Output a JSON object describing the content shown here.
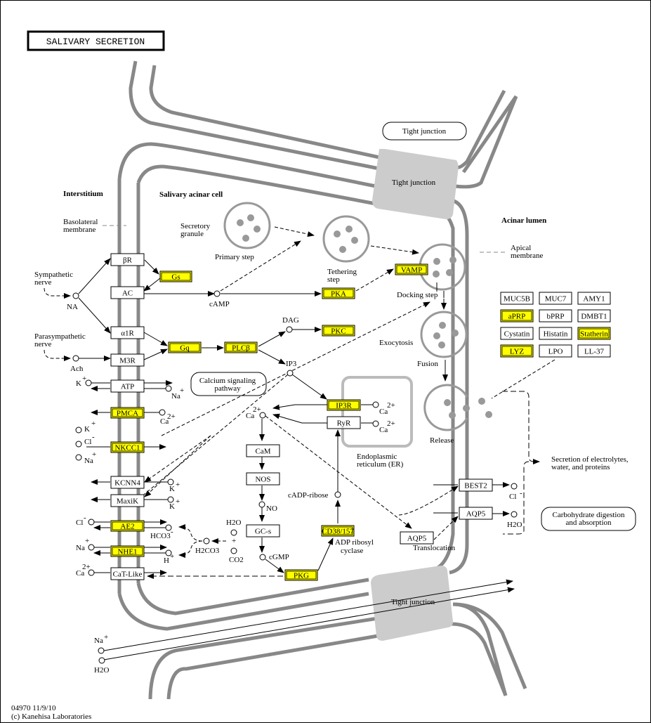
{
  "title": "SALIVARY SECRETION",
  "regions": {
    "interstitium": "Interstitium",
    "acinar_cell": "Salivary acinar cell",
    "acinar_lumen": "Acinar lumen",
    "basolateral_1": "Basolateral",
    "basolateral_2": "membrane",
    "apical_1": "Apical",
    "apical_2": "membrane",
    "er_1": "Endoplasmic",
    "er_2": "reticulum (ER)",
    "tight_junction": "Tight junction"
  },
  "nerves": {
    "sympathetic_1": "Sympathetic",
    "sympathetic_2": "nerve",
    "parasympathetic_1": "Parasympathetic",
    "parasympathetic_2": "nerve"
  },
  "genes": {
    "betaR": {
      "label": "βR",
      "highlighted": false
    },
    "Gs": {
      "label": "Gs",
      "highlighted": true
    },
    "AC": {
      "label": "AC",
      "highlighted": false
    },
    "alpha1R": {
      "label": "α1R",
      "highlighted": false
    },
    "Gq": {
      "label": "Gq",
      "highlighted": true
    },
    "M3R": {
      "label": "M3R",
      "highlighted": false
    },
    "PLCb": {
      "label": "PLCβ",
      "highlighted": true
    },
    "PKA": {
      "label": "PKA",
      "highlighted": true
    },
    "PKC": {
      "label": "PKC",
      "highlighted": true
    },
    "VAMP": {
      "label": "VAMP",
      "highlighted": true
    },
    "ATP": {
      "label": "ATP",
      "highlighted": false
    },
    "PMCA": {
      "label": "PMCA",
      "highlighted": true
    },
    "NKCC1": {
      "label": "NKCC1",
      "highlighted": true
    },
    "KCNN4": {
      "label": "KCNN4",
      "highlighted": false
    },
    "MaxiK": {
      "label": "MaxiK",
      "highlighted": false
    },
    "AE2": {
      "label": "AE2",
      "highlighted": true
    },
    "NHE1": {
      "label": "NHE1",
      "highlighted": true
    },
    "CaTLike": {
      "label": "CaT-Like",
      "highlighted": false
    },
    "IP3R": {
      "label": "IP3R",
      "highlighted": true
    },
    "RyR": {
      "label": "RyR",
      "highlighted": false
    },
    "CaM": {
      "label": "CaM",
      "highlighted": false
    },
    "NOS": {
      "label": "NOS",
      "highlighted": false
    },
    "GCs": {
      "label": "GC-s",
      "highlighted": false
    },
    "PKG": {
      "label": "PKG",
      "highlighted": true
    },
    "CD38": {
      "label": "CD38/157",
      "highlighted": true
    },
    "BEST2": {
      "label": "BEST2",
      "highlighted": false
    },
    "AQP5a": {
      "label": "AQP5",
      "highlighted": false
    },
    "AQP5b": {
      "label": "AQP5",
      "highlighted": false
    }
  },
  "secreted_proteins": [
    {
      "label": "MUC5B",
      "highlighted": false
    },
    {
      "label": "MUC7",
      "highlighted": false
    },
    {
      "label": "AMY1",
      "highlighted": false
    },
    {
      "label": "aPRP",
      "highlighted": true
    },
    {
      "label": "bPRP",
      "highlighted": false
    },
    {
      "label": "DMBT1",
      "highlighted": false
    },
    {
      "label": "Cystatin",
      "highlighted": false
    },
    {
      "label": "Histatin",
      "highlighted": false
    },
    {
      "label": "Statherin",
      "highlighted": true
    },
    {
      "label": "LYZ",
      "highlighted": true
    },
    {
      "label": "LPO",
      "highlighted": false
    },
    {
      "label": "LL-37",
      "highlighted": false
    }
  ],
  "compounds": {
    "NA": "NA",
    "Ach": "Ach",
    "cAMP": "cAMP",
    "DAG": "DAG",
    "IP3": "IP3",
    "Ca": "Ca",
    "Ca_sup": "2+",
    "K": "K",
    "Na": "Na",
    "plus": "+",
    "Cl": "Cl",
    "minus": "-",
    "HCO3": "HCO3",
    "H": "H",
    "H2CO3": "H2CO3",
    "H2O": "H2O",
    "CO2": "CO2",
    "NO": "NO",
    "cGMP": "cGMP",
    "cADPribose": "cADP-ribose"
  },
  "steps": {
    "secretory_1": "Secretory",
    "secretory_2": "granule",
    "primary": "Primary step",
    "tethering_1": "Tethering",
    "tethering_2": "step",
    "docking": "Docking step",
    "exocytosis": "Exocytosis",
    "fusion": "Fusion",
    "release": "Release",
    "translocation": "Translocation",
    "adp_1": "ADP ribosyl",
    "adp_2": "cyclase"
  },
  "maps": {
    "calcium_1": "Calcium signaling",
    "calcium_2": "pathway",
    "tight_junction": "Tight junction",
    "carb_1": "Carbohydrate digestion",
    "carb_2": "and absorption"
  },
  "outputs": {
    "secretion_1": "Secretion of electrolytes,",
    "secretion_2": "water, and proteins"
  },
  "footer": {
    "id_date": "04970 11/9/10",
    "copyright": "(c) Kanehisa Laboratories"
  },
  "colors": {
    "highlight": "#ffff00",
    "membrane": "#888888",
    "junction": "#cccccc"
  }
}
